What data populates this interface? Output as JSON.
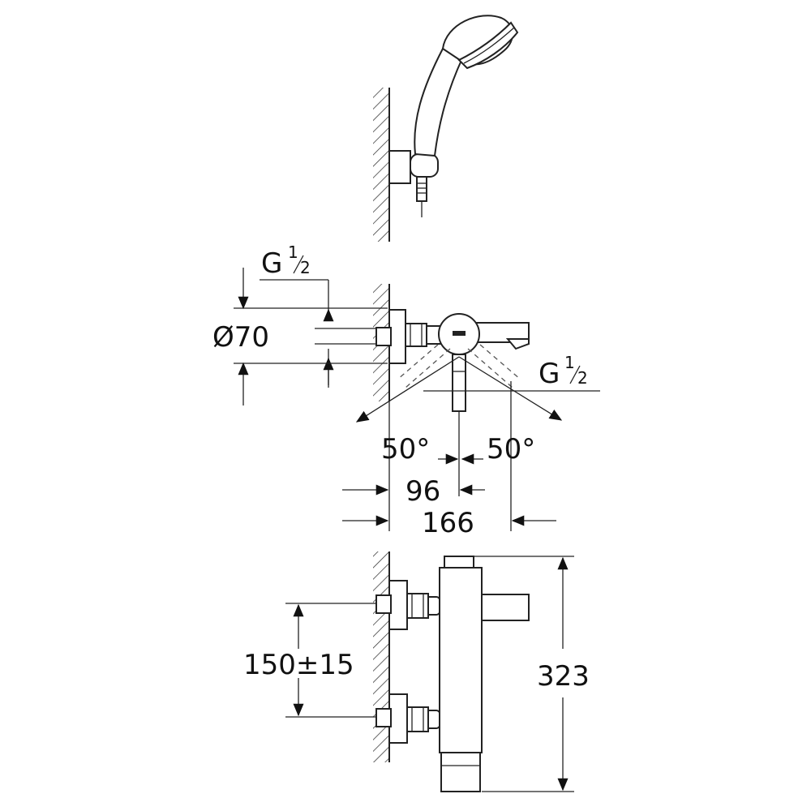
{
  "dimensions": {
    "thread_top": "G",
    "thread_top_num": "1",
    "thread_top_den": "2",
    "diameter": "Ø70",
    "thread_side": "G",
    "thread_side_num": "1",
    "thread_side_den": "2",
    "angle_left": "50°",
    "angle_right": "50°",
    "offset_96": "96",
    "width_166": "166",
    "spacing": "150±15",
    "height": "323"
  }
}
